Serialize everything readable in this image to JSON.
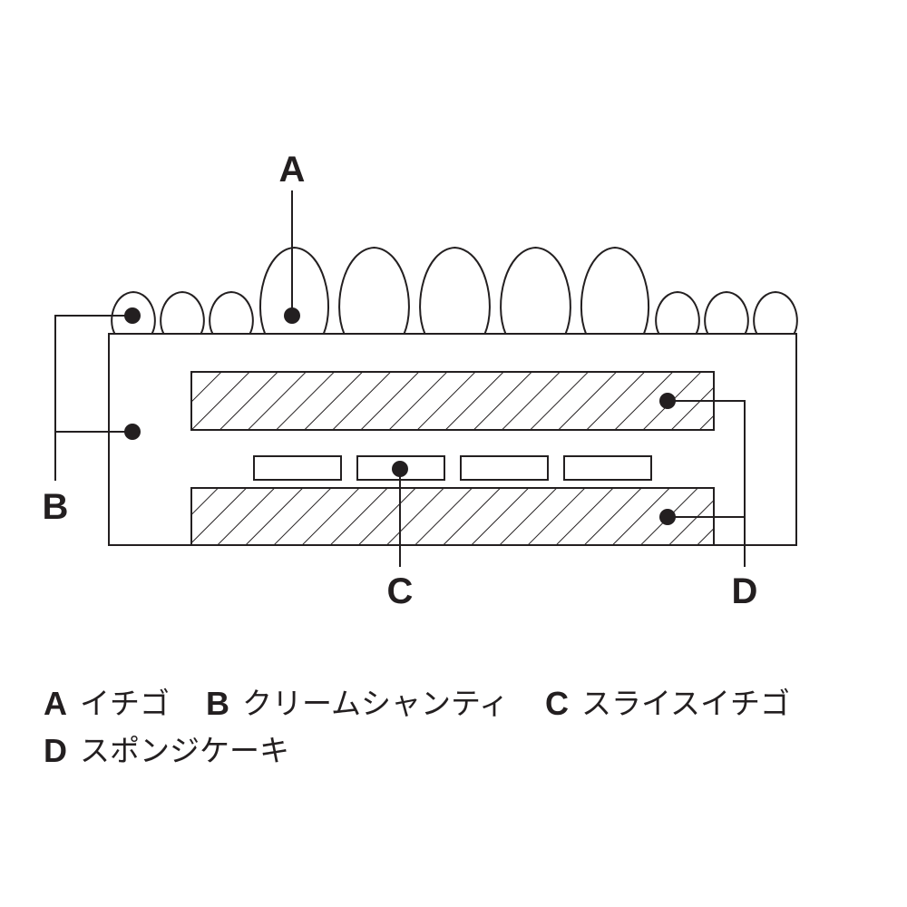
{
  "callouts": {
    "a": "A",
    "b": "B",
    "c": "C",
    "d": "D"
  },
  "legend": [
    {
      "letter": "A",
      "text": "イチゴ"
    },
    {
      "letter": "B",
      "text": "クリームシャンティ"
    },
    {
      "letter": "C",
      "text": "スライスイチゴ"
    },
    {
      "letter": "D",
      "text": "スポンジケーキ"
    }
  ],
  "colors": {
    "ink": "#231f20",
    "background": "#ffffff"
  }
}
